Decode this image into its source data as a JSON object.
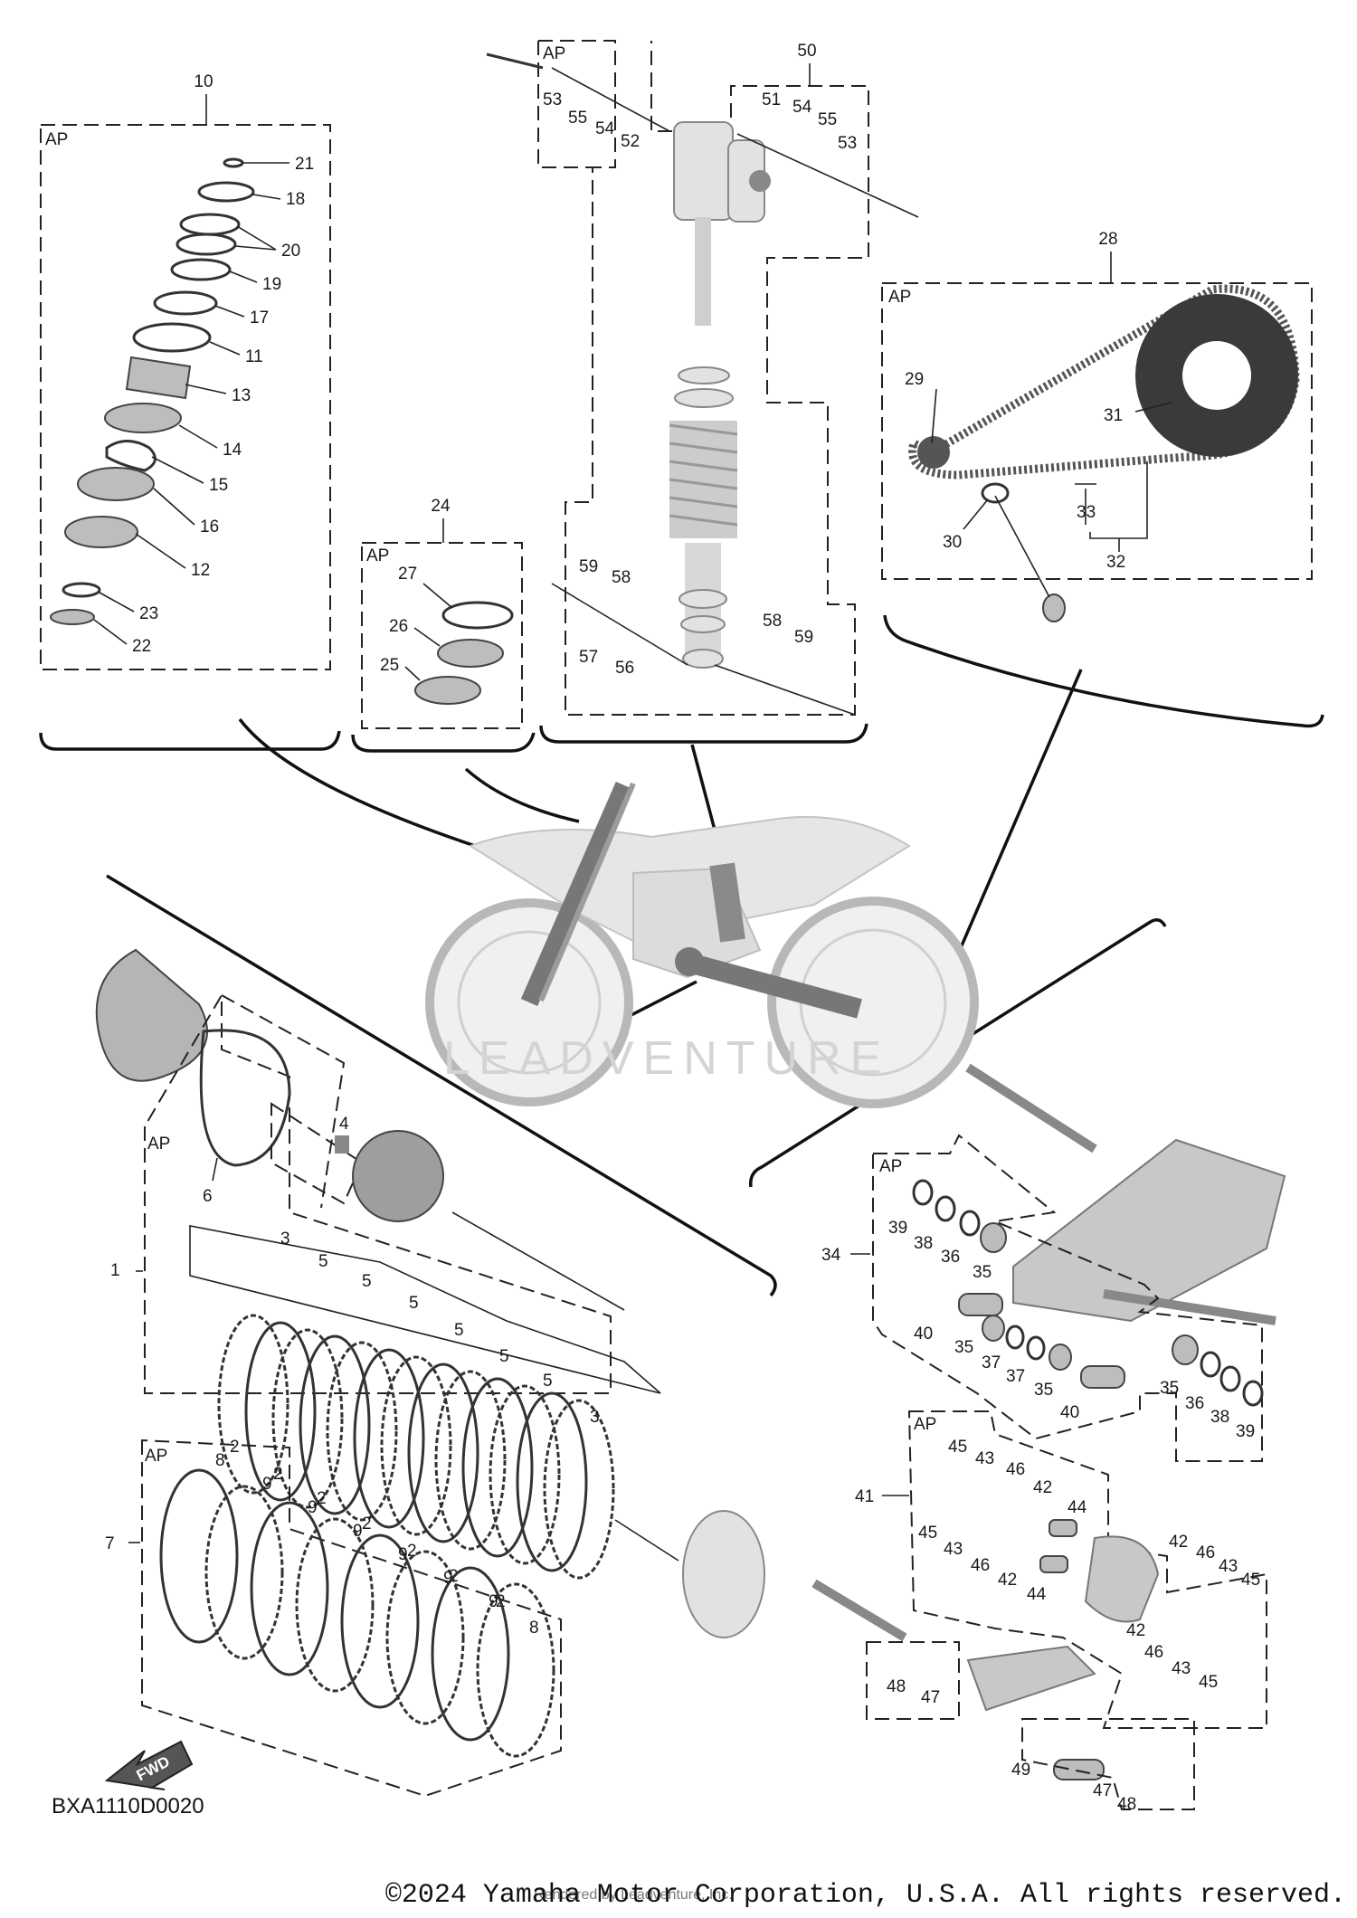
{
  "diagram": {
    "code": "BXA1110D0020",
    "copyright": "©2024 Yamaha Motor Corporation, U.S.A. All rights reserved.",
    "watermark_credit": "Rendered by Leadventure, Inc.",
    "watermark_brand": "LEADVENTURE",
    "fwd_label": "FWD",
    "ap_label": "AP"
  },
  "groups": [
    {
      "id": "10",
      "name": "10"
    },
    {
      "id": "24",
      "name": "24"
    },
    {
      "id": "50",
      "name": "50"
    },
    {
      "id": "28",
      "name": "28"
    },
    {
      "id": "1",
      "name": "1"
    },
    {
      "id": "7",
      "name": "7"
    },
    {
      "id": "34",
      "name": "34"
    },
    {
      "id": "41",
      "name": "41"
    },
    {
      "id": "32",
      "name": "32"
    }
  ],
  "part_numbers": {
    "fork": [
      "21",
      "18",
      "20",
      "19",
      "17",
      "11",
      "13",
      "14",
      "15",
      "16",
      "12",
      "23",
      "22"
    ],
    "steering": [
      "27",
      "26",
      "25"
    ],
    "shock": [
      "53",
      "55",
      "54",
      "52",
      "51",
      "54",
      "55",
      "53",
      "59",
      "58",
      "57",
      "56",
      "58",
      "59"
    ],
    "chain": [
      "29",
      "31",
      "30",
      "33",
      "32"
    ],
    "clutch": [
      "4",
      "6",
      "3",
      "5",
      "5",
      "5",
      "5",
      "5",
      "5",
      "3",
      "2",
      "2",
      "2",
      "2",
      "2",
      "2",
      "2",
      "8",
      "9",
      "9",
      "9",
      "9",
      "9",
      "9",
      "8"
    ],
    "swingarm": [
      "39",
      "38",
      "36",
      "35",
      "40",
      "35",
      "37",
      "37",
      "35",
      "40",
      "35",
      "36",
      "38",
      "39"
    ],
    "linkage": [
      "45",
      "43",
      "46",
      "42",
      "44",
      "45",
      "43",
      "46",
      "42",
      "44",
      "42",
      "46",
      "43",
      "45",
      "42",
      "46",
      "43",
      "45",
      "48",
      "47",
      "49",
      "47",
      "48"
    ]
  }
}
